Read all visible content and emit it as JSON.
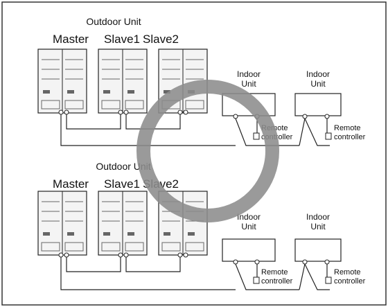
{
  "colors": {
    "line": "#222222",
    "frame": "#333333",
    "unit_fill": "#f4f4f4",
    "unit_detail": "#666666",
    "ring": "#8c8c8c",
    "background": "#ffffff"
  },
  "groups": [
    {
      "outdoor_title": "Outdoor Unit",
      "outdoor_units": [
        "Master",
        "Slave1",
        "Slave2"
      ],
      "indoor_units": [
        {
          "label_line1": "Indoor",
          "label_line2": "Unit",
          "remote_line1": "Remote",
          "remote_line2": "controller"
        },
        {
          "label_line1": "Indoor",
          "label_line2": "Unit",
          "remote_line1": "Remote",
          "remote_line2": "controller"
        }
      ]
    },
    {
      "outdoor_title": "Outdoor Unit",
      "outdoor_units": [
        "Master",
        "Slave1",
        "Slave2"
      ],
      "indoor_units": [
        {
          "label_line1": "Indoor",
          "label_line2": "Unit",
          "remote_line1": "Remote",
          "remote_line2": "controller"
        },
        {
          "label_line1": "Indoor",
          "label_line2": "Unit",
          "remote_line1": "Remote",
          "remote_line2": "controller"
        }
      ]
    }
  ],
  "overlay_icon": "ring-circle-icon"
}
